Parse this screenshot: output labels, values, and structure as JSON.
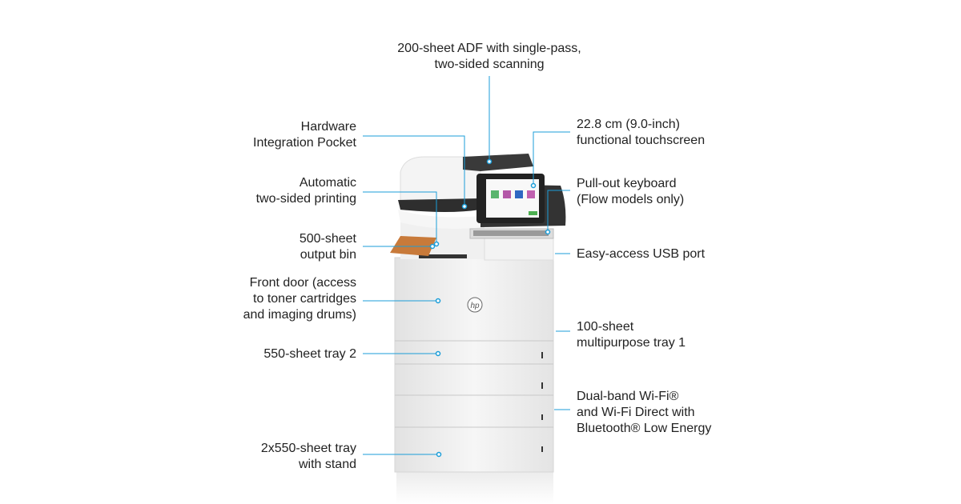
{
  "colors": {
    "callout": "#1b9dd8",
    "body": "#eeeeee",
    "dark": "#2b2b2b"
  },
  "callouts": {
    "adf": [
      "200-sheet ADF with single-pass,",
      "two-sided scanning"
    ],
    "pocket": [
      "Hardware",
      "Integration Pocket"
    ],
    "duplex": [
      "Automatic",
      "two-sided printing"
    ],
    "output_bin": [
      "500-sheet",
      "output bin"
    ],
    "front_door": [
      "Front door (access",
      "to toner cartridges",
      "and imaging drums)"
    ],
    "tray2": [
      "550-sheet tray 2"
    ],
    "stand": [
      "2x550-sheet tray",
      "with stand"
    ],
    "touchscreen": [
      "22.8 cm (9.0-inch)",
      "functional touchscreen"
    ],
    "keyboard": [
      "Pull-out keyboard",
      "(Flow models only)"
    ],
    "usb": [
      "Easy-access USB port"
    ],
    "tray1": [
      "100-sheet",
      "multipurpose tray 1"
    ],
    "wifi": [
      "Dual-band Wi-Fi®",
      "and Wi-Fi Direct with",
      "Bluetooth® Low Energy"
    ]
  },
  "logo": "hp"
}
